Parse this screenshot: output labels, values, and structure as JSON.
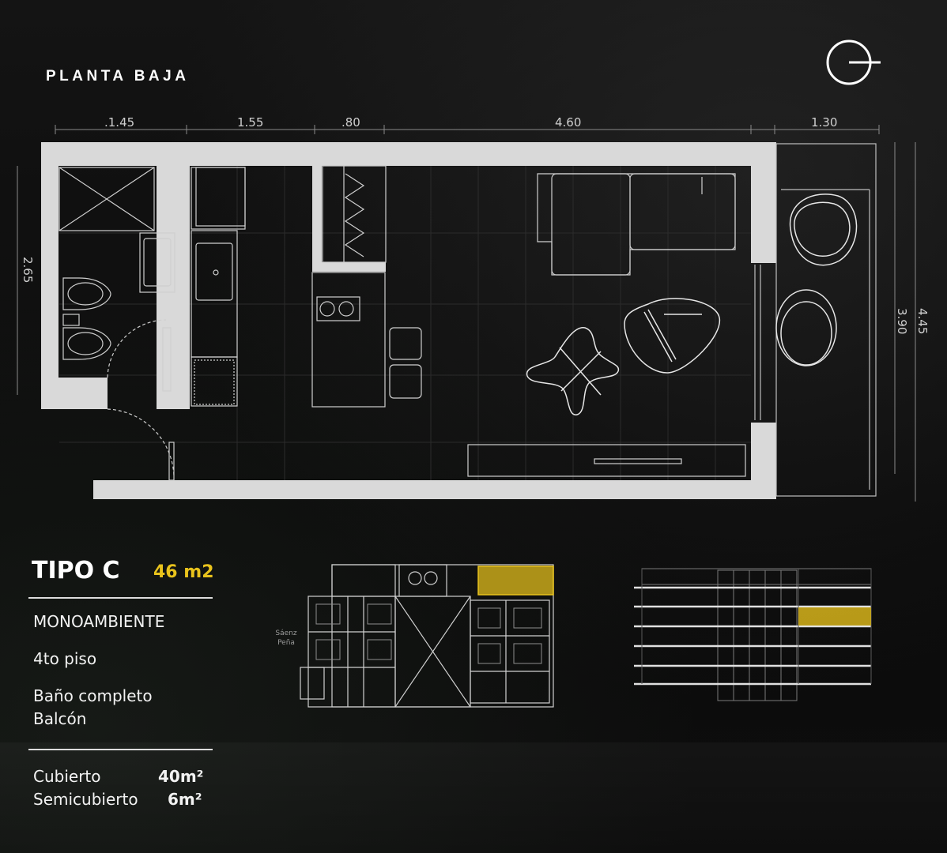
{
  "header": {
    "title": "PLANTA BAJA",
    "logo_icon": "compass-north-icon"
  },
  "plan": {
    "dims_top": [
      ".1.45",
      "1.55",
      ".80",
      "4.60",
      "1.30"
    ],
    "dim_left": "2.65",
    "dim_right_a": "4.45",
    "dim_right_b": "3.90"
  },
  "unit": {
    "type": "TIPO C",
    "area": "46 m2",
    "category": "MONOAMBIENTE",
    "floor": "4to  piso",
    "feature_1": "Baño completo",
    "feature_2": "Balcón"
  },
  "surfaces": {
    "covered_label": "Cubierto",
    "covered_value": "40m²",
    "semi_label": "Semicubierto",
    "semi_value": "6m²"
  },
  "keyplan": {
    "street_line1": "Sáenz",
    "street_line2": "Peña"
  },
  "colors": {
    "accent": "#e9c31c",
    "wall": "#d9d9d9",
    "line": "#bfbfbf"
  }
}
